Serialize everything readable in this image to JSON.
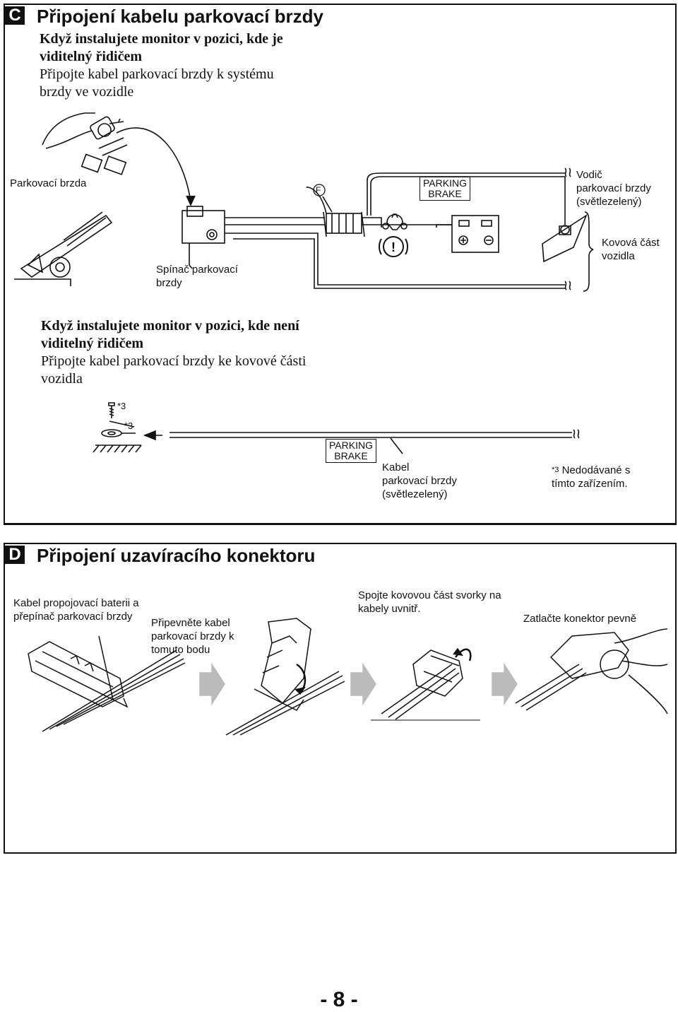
{
  "section_c": {
    "letter": "C",
    "title": "Připojení kabelu parkovací brzdy",
    "case1_heading_line1": "Když instalujete monitor v pozici, kde je",
    "case1_heading_line2": "viditelný řidičem",
    "case1_text_line1": "Připojte kabel parkovací brzdy k systému",
    "case1_text_line2": "brzdy ve vozidle",
    "labels": {
      "parking_brake": "Parkovací brzda",
      "brake_switch_line1": "Spínač parkovací",
      "brake_switch_line2": "brzdy",
      "fuse_marker": "F",
      "parking_brake_tag_line1": "PARKING",
      "parking_brake_tag_line2": "BRAKE",
      "wire_line1": "Vodič",
      "wire_line2": "parkovací brzdy",
      "wire_line3": "(světlezelený)",
      "metal_line1": "Kovová část",
      "metal_line2": "vozidla",
      "warning_symbol": "!",
      "battery_plus": "+",
      "battery_minus": "−"
    },
    "case2_heading_line1": "Když instalujete monitor v pozici, kde není",
    "case2_heading_line2": "viditelný řidičem",
    "case2_text_line1": "Připojte kabel parkovací brzdy ke kovové části",
    "case2_text_line2": "vozidla",
    "labels2": {
      "footnote_mark_a": "*3",
      "footnote_mark_b": "*3",
      "parking_brake_tag_line1": "PARKING",
      "parking_brake_tag_line2": "BRAKE",
      "cable_line1": "Kabel",
      "cable_line2": "parkovací brzdy",
      "cable_line3": "(světlezelený)",
      "note_mark": "*3",
      "note_line1": "Nedodávané s",
      "note_line2": "tímto zařízením."
    }
  },
  "section_d": {
    "letter": "D",
    "title": "Připojení uzavíracího konektoru",
    "step1_line1": "Kabel propojovací baterii a",
    "step1_line2": "přepínač parkovací brzdy",
    "step2_line1": "Připevněte kabel",
    "step2_line2": "parkovací brzdy k",
    "step2_line3": "tomuto bodu",
    "step3_line1": "Spojte kovovou část svorky na",
    "step3_line2": "kabely uvnitř.",
    "step4": "Zatlačte konektor pevně"
  },
  "page_number": "- 8 -"
}
